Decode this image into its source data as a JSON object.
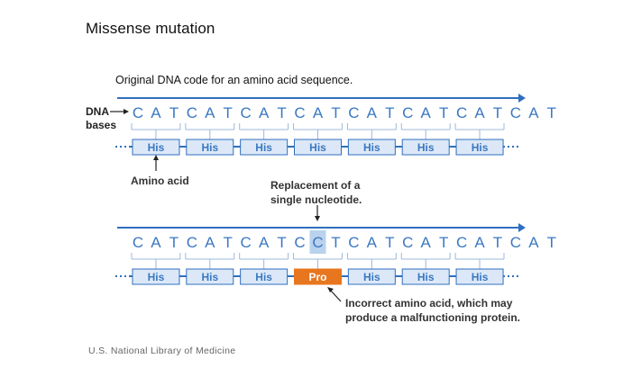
{
  "title": "Missense mutation",
  "original": {
    "caption": "Original DNA code for an amino acid sequence.",
    "bases": [
      "C",
      "A",
      "T",
      "C",
      "A",
      "T",
      "C",
      "A",
      "T",
      "C",
      "A",
      "T",
      "C",
      "A",
      "T",
      "C",
      "A",
      "T",
      "C",
      "A",
      "T",
      "C",
      "A",
      "T"
    ],
    "amino_acids": [
      "His",
      "His",
      "His",
      "His",
      "His",
      "His",
      "His"
    ]
  },
  "mutated": {
    "bases": [
      "C",
      "A",
      "T",
      "C",
      "A",
      "T",
      "C",
      "A",
      "T",
      "C",
      "C",
      "T",
      "C",
      "A",
      "T",
      "C",
      "A",
      "T",
      "C",
      "A",
      "T",
      "C",
      "A",
      "T"
    ],
    "amino_acids": [
      "His",
      "His",
      "His",
      "Pro",
      "His",
      "His",
      "His"
    ],
    "mutated_base_index": 10,
    "mutated_codon_index": 3
  },
  "labels": {
    "dna_bases": "DNA bases",
    "amino_acid": "Amino acid",
    "replacement": "Replacement of a single nucleotide.",
    "incorrect": "Incorrect amino acid, which may produce a malfunctioning protein."
  },
  "colors": {
    "strand": "#2f6fbf",
    "box_fill": "#dce8f7",
    "mutated_fill": "#e8761e",
    "highlight": "#b9d2ee"
  },
  "footer": "U.S. National Library of Medicine"
}
